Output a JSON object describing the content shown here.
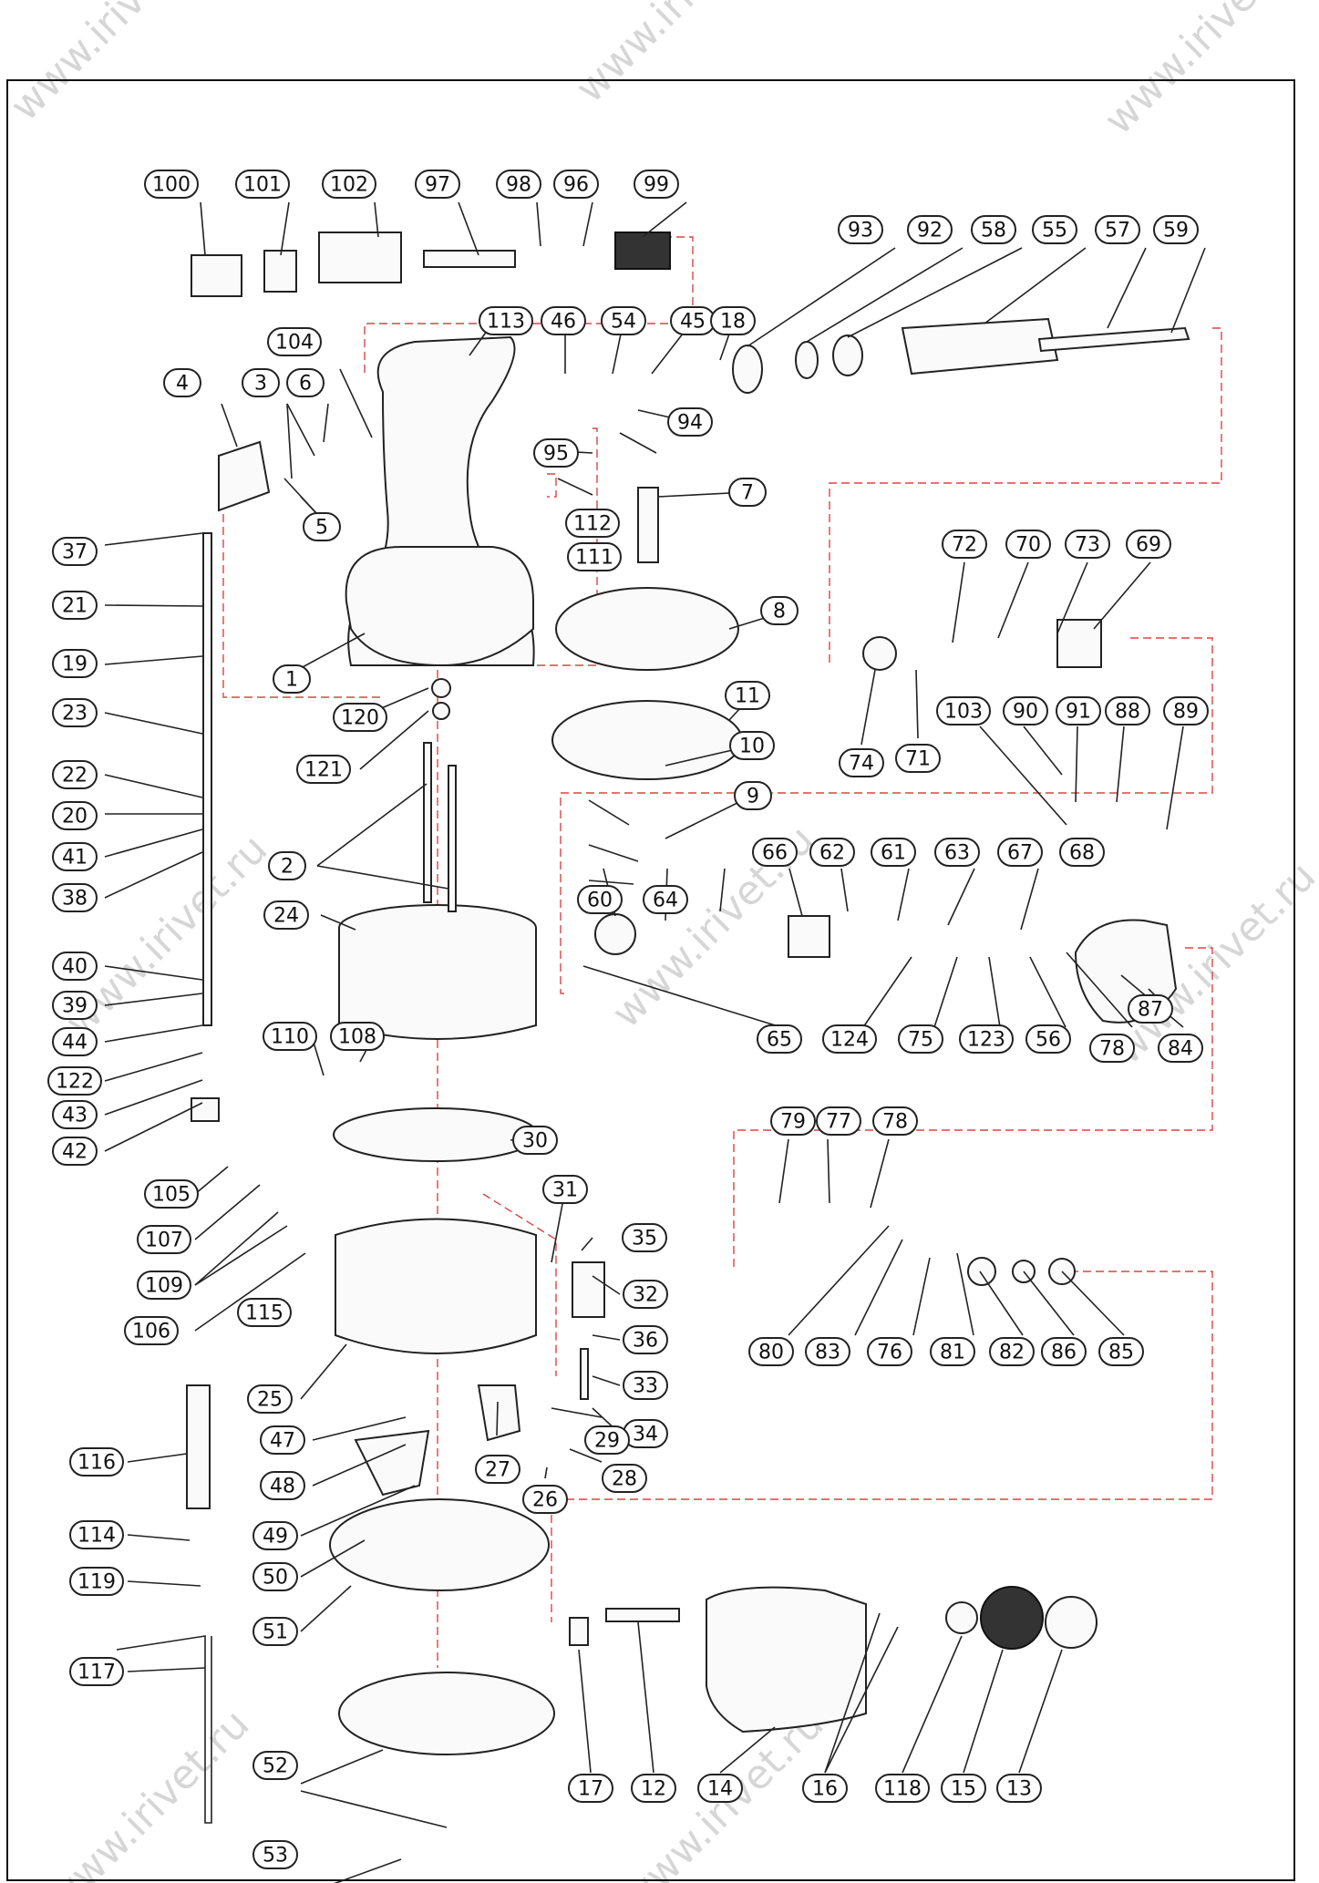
{
  "watermark": "www.irivet.ru",
  "callouts": [
    {
      "id": "c100",
      "label": "100"
    },
    {
      "id": "c101",
      "label": "101"
    },
    {
      "id": "c102",
      "label": "102"
    },
    {
      "id": "c97",
      "label": "97"
    },
    {
      "id": "c98",
      "label": "98"
    },
    {
      "id": "c96",
      "label": "96"
    },
    {
      "id": "c99",
      "label": "99"
    },
    {
      "id": "c93",
      "label": "93"
    },
    {
      "id": "c92",
      "label": "92"
    },
    {
      "id": "c58",
      "label": "58"
    },
    {
      "id": "c55",
      "label": "55"
    },
    {
      "id": "c57",
      "label": "57"
    },
    {
      "id": "c59",
      "label": "59"
    },
    {
      "id": "c104",
      "label": "104"
    },
    {
      "id": "c113",
      "label": "113"
    },
    {
      "id": "c46",
      "label": "46"
    },
    {
      "id": "c54",
      "label": "54"
    },
    {
      "id": "c45",
      "label": "45"
    },
    {
      "id": "c18",
      "label": "18"
    },
    {
      "id": "c4",
      "label": "4"
    },
    {
      "id": "c3",
      "label": "3"
    },
    {
      "id": "c6",
      "label": "6"
    },
    {
      "id": "c94",
      "label": "94"
    },
    {
      "id": "c95",
      "label": "95"
    },
    {
      "id": "c5",
      "label": "5"
    },
    {
      "id": "c7",
      "label": "7"
    },
    {
      "id": "c112",
      "label": "112"
    },
    {
      "id": "c111",
      "label": "111"
    },
    {
      "id": "c37",
      "label": "37"
    },
    {
      "id": "c72",
      "label": "72"
    },
    {
      "id": "c70",
      "label": "70"
    },
    {
      "id": "c73",
      "label": "73"
    },
    {
      "id": "c69",
      "label": "69"
    },
    {
      "id": "c21",
      "label": "21"
    },
    {
      "id": "c8",
      "label": "8"
    },
    {
      "id": "c19",
      "label": "19"
    },
    {
      "id": "c1",
      "label": "1"
    },
    {
      "id": "c120",
      "label": "120"
    },
    {
      "id": "c11",
      "label": "11"
    },
    {
      "id": "c74",
      "label": "74"
    },
    {
      "id": "c71",
      "label": "71"
    },
    {
      "id": "c23",
      "label": "23"
    },
    {
      "id": "c121",
      "label": "121"
    },
    {
      "id": "c10",
      "label": "10"
    },
    {
      "id": "c103",
      "label": "103"
    },
    {
      "id": "c90",
      "label": "90"
    },
    {
      "id": "c91",
      "label": "91"
    },
    {
      "id": "c88",
      "label": "88"
    },
    {
      "id": "c89",
      "label": "89"
    },
    {
      "id": "c22",
      "label": "22"
    },
    {
      "id": "c2",
      "label": "2"
    },
    {
      "id": "c9",
      "label": "9"
    },
    {
      "id": "c20",
      "label": "20"
    },
    {
      "id": "c41",
      "label": "41"
    },
    {
      "id": "c38",
      "label": "38"
    },
    {
      "id": "c66",
      "label": "66"
    },
    {
      "id": "c62",
      "label": "62"
    },
    {
      "id": "c61",
      "label": "61"
    },
    {
      "id": "c63",
      "label": "63"
    },
    {
      "id": "c67",
      "label": "67"
    },
    {
      "id": "c68",
      "label": "68"
    },
    {
      "id": "c24",
      "label": "24"
    },
    {
      "id": "c60",
      "label": "60"
    },
    {
      "id": "c64",
      "label": "64"
    },
    {
      "id": "c40",
      "label": "40"
    },
    {
      "id": "c39",
      "label": "39"
    },
    {
      "id": "c87",
      "label": "87"
    },
    {
      "id": "c44",
      "label": "44"
    },
    {
      "id": "c65",
      "label": "65"
    },
    {
      "id": "c124",
      "label": "124"
    },
    {
      "id": "c75",
      "label": "75"
    },
    {
      "id": "c123",
      "label": "123"
    },
    {
      "id": "c56",
      "label": "56"
    },
    {
      "id": "c78a",
      "label": "78"
    },
    {
      "id": "c84",
      "label": "84"
    },
    {
      "id": "c122",
      "label": "122"
    },
    {
      "id": "c110",
      "label": "110"
    },
    {
      "id": "c108",
      "label": "108"
    },
    {
      "id": "c43",
      "label": "43"
    },
    {
      "id": "c42",
      "label": "42"
    },
    {
      "id": "c30",
      "label": "30"
    },
    {
      "id": "c105",
      "label": "105"
    },
    {
      "id": "c31",
      "label": "31"
    },
    {
      "id": "c79",
      "label": "79"
    },
    {
      "id": "c77",
      "label": "77"
    },
    {
      "id": "c78b",
      "label": "78"
    },
    {
      "id": "c107",
      "label": "107"
    },
    {
      "id": "c35",
      "label": "35"
    },
    {
      "id": "c32",
      "label": "32"
    },
    {
      "id": "c109",
      "label": "109"
    },
    {
      "id": "c106",
      "label": "106"
    },
    {
      "id": "c115",
      "label": "115"
    },
    {
      "id": "c36",
      "label": "36"
    },
    {
      "id": "c80",
      "label": "80"
    },
    {
      "id": "c83",
      "label": "83"
    },
    {
      "id": "c76",
      "label": "76"
    },
    {
      "id": "c81",
      "label": "81"
    },
    {
      "id": "c82",
      "label": "82"
    },
    {
      "id": "c86",
      "label": "86"
    },
    {
      "id": "c85",
      "label": "85"
    },
    {
      "id": "c33",
      "label": "33"
    },
    {
      "id": "c25",
      "label": "25"
    },
    {
      "id": "c47",
      "label": "47"
    },
    {
      "id": "c34",
      "label": "34"
    },
    {
      "id": "c116",
      "label": "116"
    },
    {
      "id": "c29",
      "label": "29"
    },
    {
      "id": "c48",
      "label": "48"
    },
    {
      "id": "c27",
      "label": "27"
    },
    {
      "id": "c28",
      "label": "28"
    },
    {
      "id": "c26",
      "label": "26"
    },
    {
      "id": "c114",
      "label": "114"
    },
    {
      "id": "c49",
      "label": "49"
    },
    {
      "id": "c119",
      "label": "119"
    },
    {
      "id": "c50",
      "label": "50"
    },
    {
      "id": "c51",
      "label": "51"
    },
    {
      "id": "c117",
      "label": "117"
    },
    {
      "id": "c17",
      "label": "17"
    },
    {
      "id": "c12",
      "label": "12"
    },
    {
      "id": "c14",
      "label": "14"
    },
    {
      "id": "c16",
      "label": "16"
    },
    {
      "id": "c118",
      "label": "118"
    },
    {
      "id": "c15",
      "label": "15"
    },
    {
      "id": "c13",
      "label": "13"
    },
    {
      "id": "c52",
      "label": "52"
    },
    {
      "id": "c53",
      "label": "53"
    }
  ]
}
